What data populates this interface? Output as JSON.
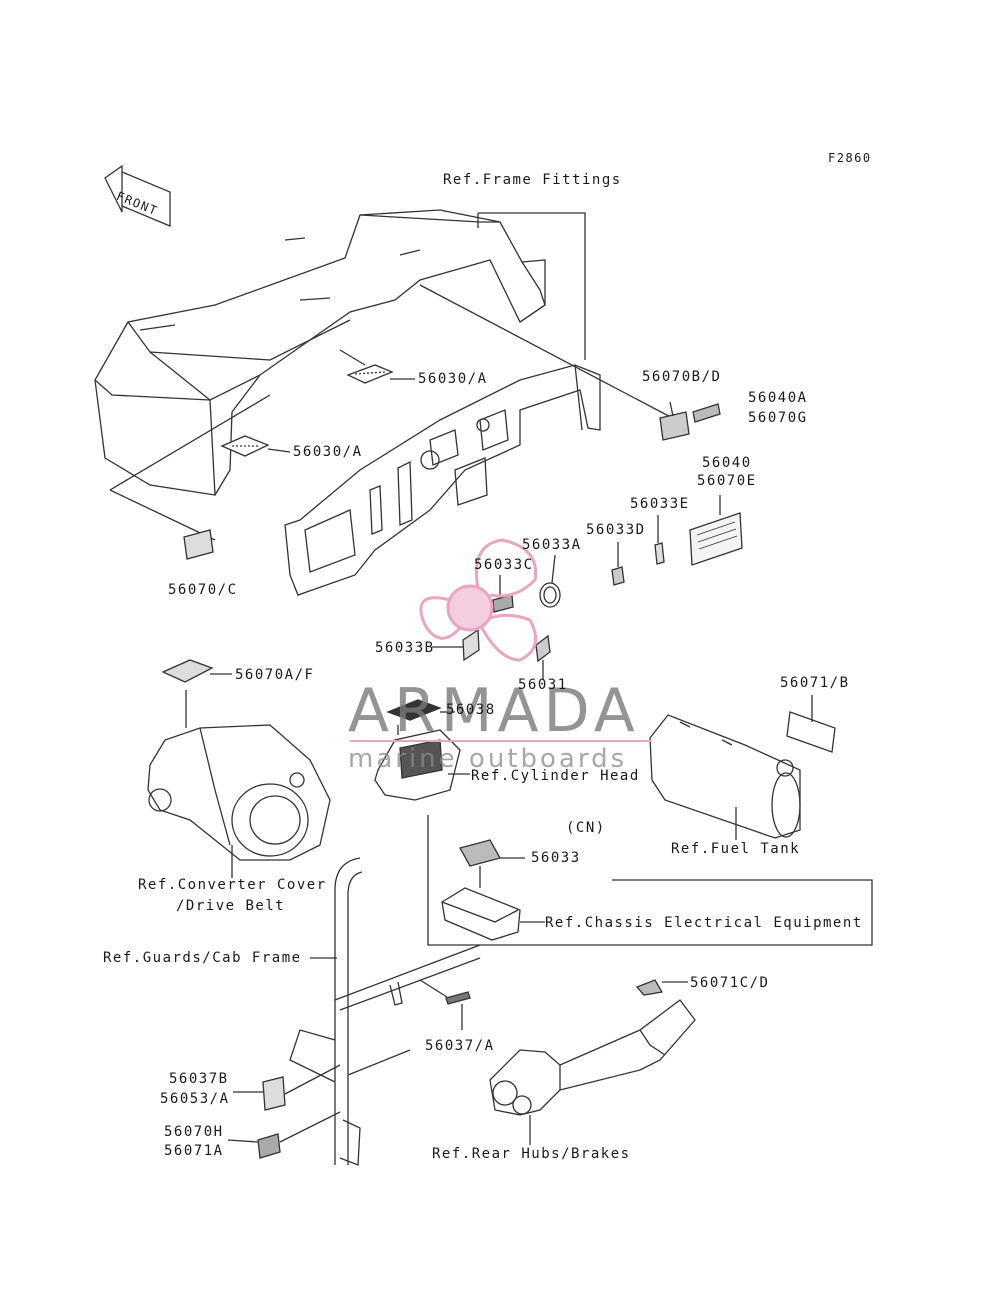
{
  "figure_code": "F2860",
  "front_marker": "FRONT",
  "references": {
    "frame_fittings": "Ref.Frame Fittings",
    "cylinder_head": "Ref.Cylinder Head",
    "converter_cover": "Ref.Converter Cover",
    "drive_belt": "/Drive Belt",
    "fuel_tank": "Ref.Fuel Tank",
    "chassis_electrical": "Ref.Chassis Electrical Equipment",
    "guards_cab_frame": "Ref.Guards/Cab Frame",
    "rear_hubs_brakes": "Ref.Rear Hubs/Brakes"
  },
  "region_note": "(CN)",
  "part_labels": {
    "p56030a_top": "56030/A",
    "p56030a_mid": "56030/A",
    "p56070c": "56070/C",
    "p56070bd": "56070B/D",
    "p56040a": "56040A",
    "p56070g": "56070G",
    "p56040": "56040",
    "p56070e": "56070E",
    "p56033e": "56033E",
    "p56033d": "56033D",
    "p56033a": "56033A",
    "p56033c": "56033C",
    "p56033b": "56033B",
    "p56031": "56031",
    "p56070af": "56070A/F",
    "p56038": "56038",
    "p56071b": "56071/B",
    "p56033": "56033",
    "p56071cd": "56071C/D",
    "p56037a": "56037/A",
    "p56037b": "56037B",
    "p56053a": "56053/A",
    "p56070h": "56070H",
    "p56071a": "56071A"
  },
  "watermark": {
    "brand": "ARMADA",
    "tagline": "marine outboards",
    "color": "#e8a6c3"
  }
}
